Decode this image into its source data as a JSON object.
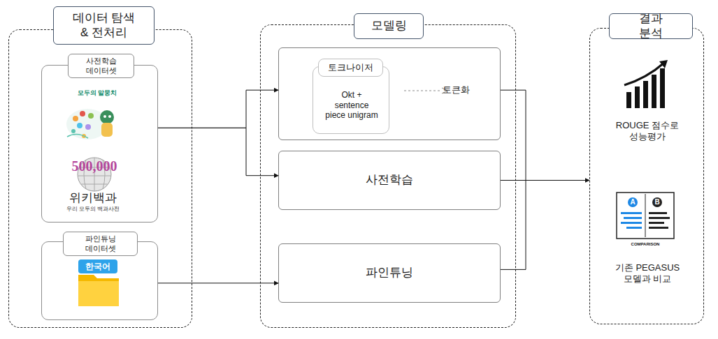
{
  "diagram": {
    "nodes": [
      {
        "text": [
          "데이터 탐색 & 전처리"
        ]
      },
      {
        "text": [
          "사전학습 데이터셋"
        ],
        "in": 0
      },
      {
        "text": [
          "파인튜닝 데이터셋"
        ],
        "in": 0
      },
      {
        "text": [
          "모델링"
        ]
      },
      {
        "text": [
          "토큰화"
        ],
        "in": 3
      },
      {
        "text": [
          "토크나이저",
          "Okt + sentence piece unigram"
        ],
        "in": 4
      },
      {
        "text": [
          "사전학습"
        ],
        "in": 3
      },
      {
        "text": [
          "파인튜닝"
        ],
        "in": 3
      },
      {
        "text": [
          "결과 분석",
          "ROUGE 점수로 성능평가",
          "기존 PEGASUS 모델과 비교"
        ]
      }
    ],
    "edges": [
      {
        "from": 1,
        "to": 4,
        "arrow": "to"
      },
      {
        "from": 1,
        "to": 6,
        "arrow": "to"
      },
      {
        "from": 2,
        "to": 7,
        "arrow": "to"
      },
      {
        "from": 4,
        "to": 7,
        "arrow": "none"
      },
      {
        "from": 6,
        "to": 8,
        "arrow": "to"
      }
    ],
    "labels": [
      "모두의 말뭉치",
      "500,000",
      "위키백과",
      "우리 모두의 백과사전",
      "한국어",
      "A",
      "B",
      "COMPARISON"
    ]
  }
}
